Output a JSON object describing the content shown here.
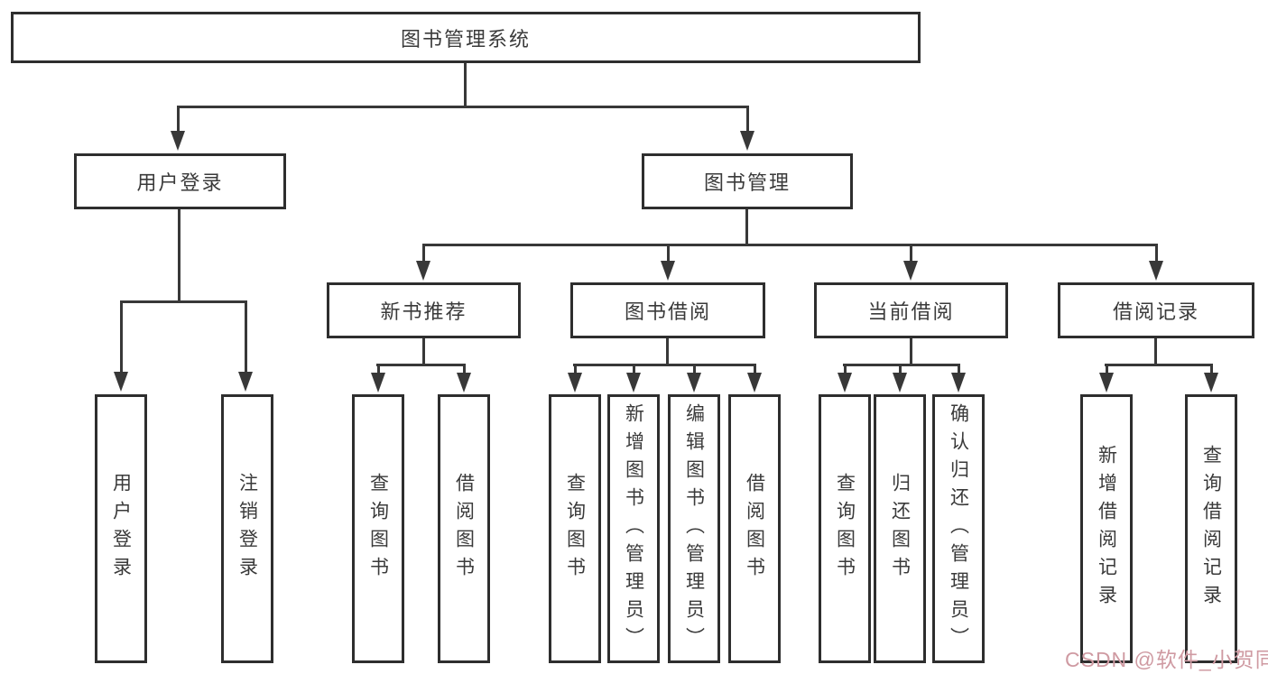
{
  "diagram": {
    "type": "tree",
    "title": "图书管理系统",
    "colors": {
      "line": "#383838",
      "border": "#2e2e2e",
      "text": "#3a3a3a",
      "background": "#ffffff",
      "watermark": "#cf9aa2"
    },
    "tree": {
      "root": {
        "label": "图书管理系统"
      },
      "branches": [
        {
          "label": "用户登录",
          "children": [
            {
              "label": "用户登录"
            },
            {
              "label": "注销登录"
            }
          ]
        },
        {
          "label": "图书管理",
          "children": [
            {
              "label": "新书推荐",
              "children": [
                {
                  "label": "查询图书"
                },
                {
                  "label": "借阅图书"
                }
              ]
            },
            {
              "label": "图书借阅",
              "children": [
                {
                  "label": "查询图书"
                },
                {
                  "label": "新增图书（管理员）"
                },
                {
                  "label": "编辑图书（管理员）"
                },
                {
                  "label": "借阅图书"
                }
              ]
            },
            {
              "label": "当前借阅",
              "children": [
                {
                  "label": "查询图书"
                },
                {
                  "label": "归还图书"
                },
                {
                  "label": "确认归还（管理员）"
                }
              ]
            },
            {
              "label": "借阅记录",
              "children": [
                {
                  "label": "新增借阅记录"
                },
                {
                  "label": "查询借阅记录"
                }
              ]
            }
          ]
        }
      ]
    }
  },
  "watermark": {
    "text": "CSDN @软件_小贺同学"
  }
}
